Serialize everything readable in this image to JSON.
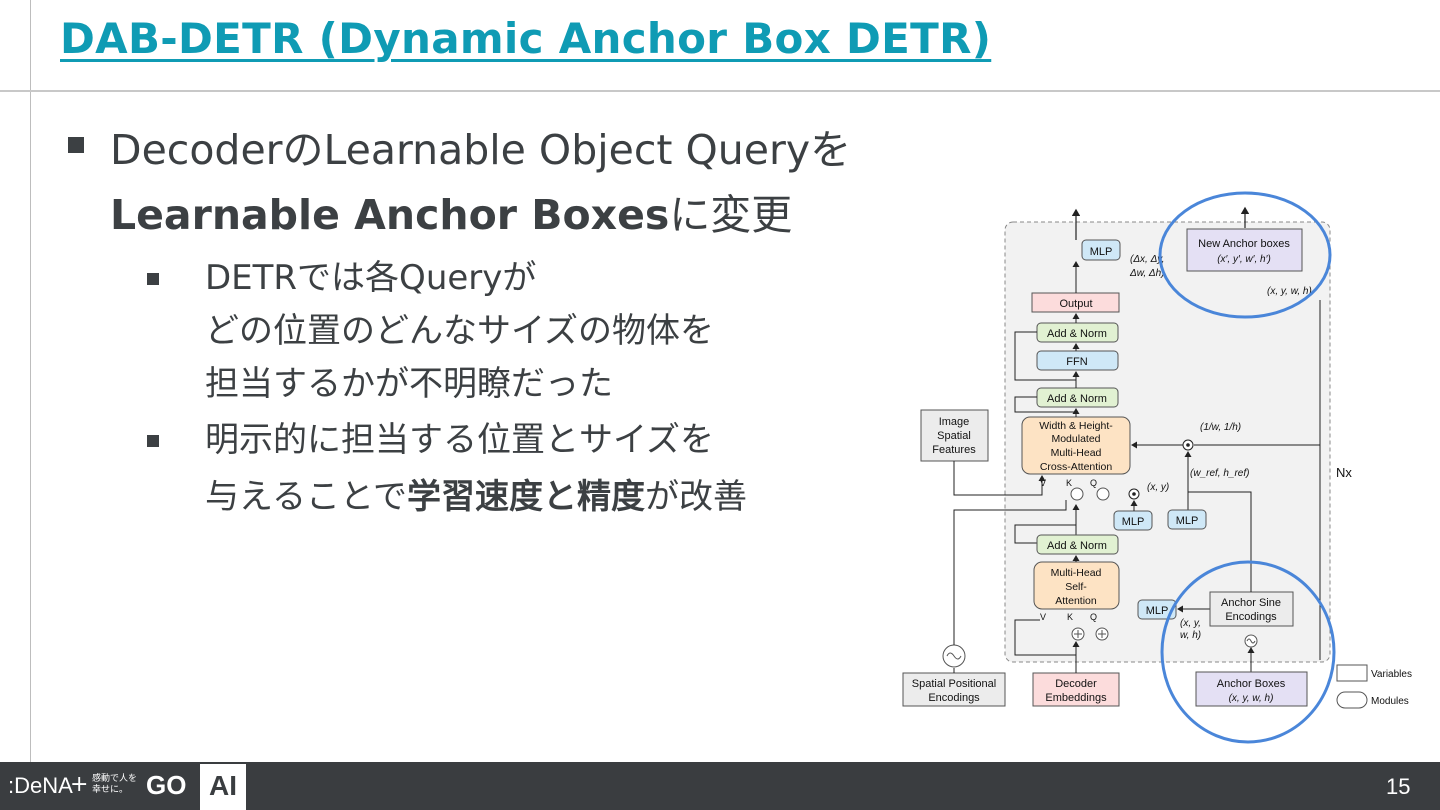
{
  "slide": {
    "title": "DAB-DETR (Dynamic Anchor Box DETR)",
    "bullet1": {
      "line1": "DecoderのLearnable Object Queryを",
      "line2_bold": "Learnable Anchor Boxes",
      "line2_rest": "に変更"
    },
    "sub1": {
      "line1": "DETRでは各Queryが",
      "line2": "どの位置のどんなサイズの物体を",
      "line3": "担当するかが不明瞭だった"
    },
    "sub2": {
      "line1": "明示的に担当する位置とサイズを",
      "line2_pre": "与えることで",
      "line2_bold1": "学習速度と精度",
      "line2_post": "が改善"
    },
    "page_number": "15"
  },
  "footer": {
    "logo": ":DeNA",
    "plus": "+",
    "slogan": "感動で人を幸せに。",
    "go_logo": "GO",
    "ai_badge": "AI"
  },
  "diagram": {
    "mlp_top": "MLP",
    "delta_label_1": "(Δx, Δy,",
    "delta_label_2": "Δw, Δh)",
    "new_anchor_title": "New Anchor boxes",
    "new_anchor_sub": "(x′, y′, w′, h′)",
    "xywh_right": "(x, y, w, h)",
    "output": "Output",
    "add_norm_3": "Add & Norm",
    "ffn": "FFN",
    "add_norm_2": "Add & Norm",
    "cross_attn": [
      "Width & Height-",
      "Modulated",
      "Multi-Head",
      "Cross-Attention"
    ],
    "scale_label": "(1/w, 1/h)",
    "wh_ref": "(w_ref, h_ref)",
    "image_features": [
      "Image",
      "Spatial",
      "Features"
    ],
    "xy_label": "(x, y)",
    "vkq_cross": [
      "V",
      "K",
      "Q"
    ],
    "mlp_mid_1": "MLP",
    "mlp_mid_2": "MLP",
    "add_norm_1": "Add & Norm",
    "self_attn": [
      "Multi-Head",
      "Self-",
      "Attention"
    ],
    "vkq_self": [
      "V",
      "K",
      "Q"
    ],
    "mlp_low": "MLP",
    "anchor_sine": [
      "Anchor Sine",
      "Encodings"
    ],
    "xywh_low_1": "(x, y,",
    "xywh_low_2": "w, h)",
    "nx": "Nx",
    "spatial_pos": [
      "Spatial Positional",
      "Encodings"
    ],
    "decoder_emb": [
      "Decoder",
      "Embeddings"
    ],
    "anchor_boxes_title": "Anchor Boxes",
    "anchor_boxes_sub": "(x, y, w, h)",
    "legend_variables": "Variables",
    "legend_modules": "Modules",
    "colors": {
      "blue_box": "#cfe8f7",
      "orange_box": "#fde3c4",
      "green_box": "#e1f1d2",
      "pink_box": "#fcdcdc",
      "purple_box": "#e4e0f4",
      "gray_box": "#ececec",
      "highlight_circle": "#4a86d9"
    }
  }
}
